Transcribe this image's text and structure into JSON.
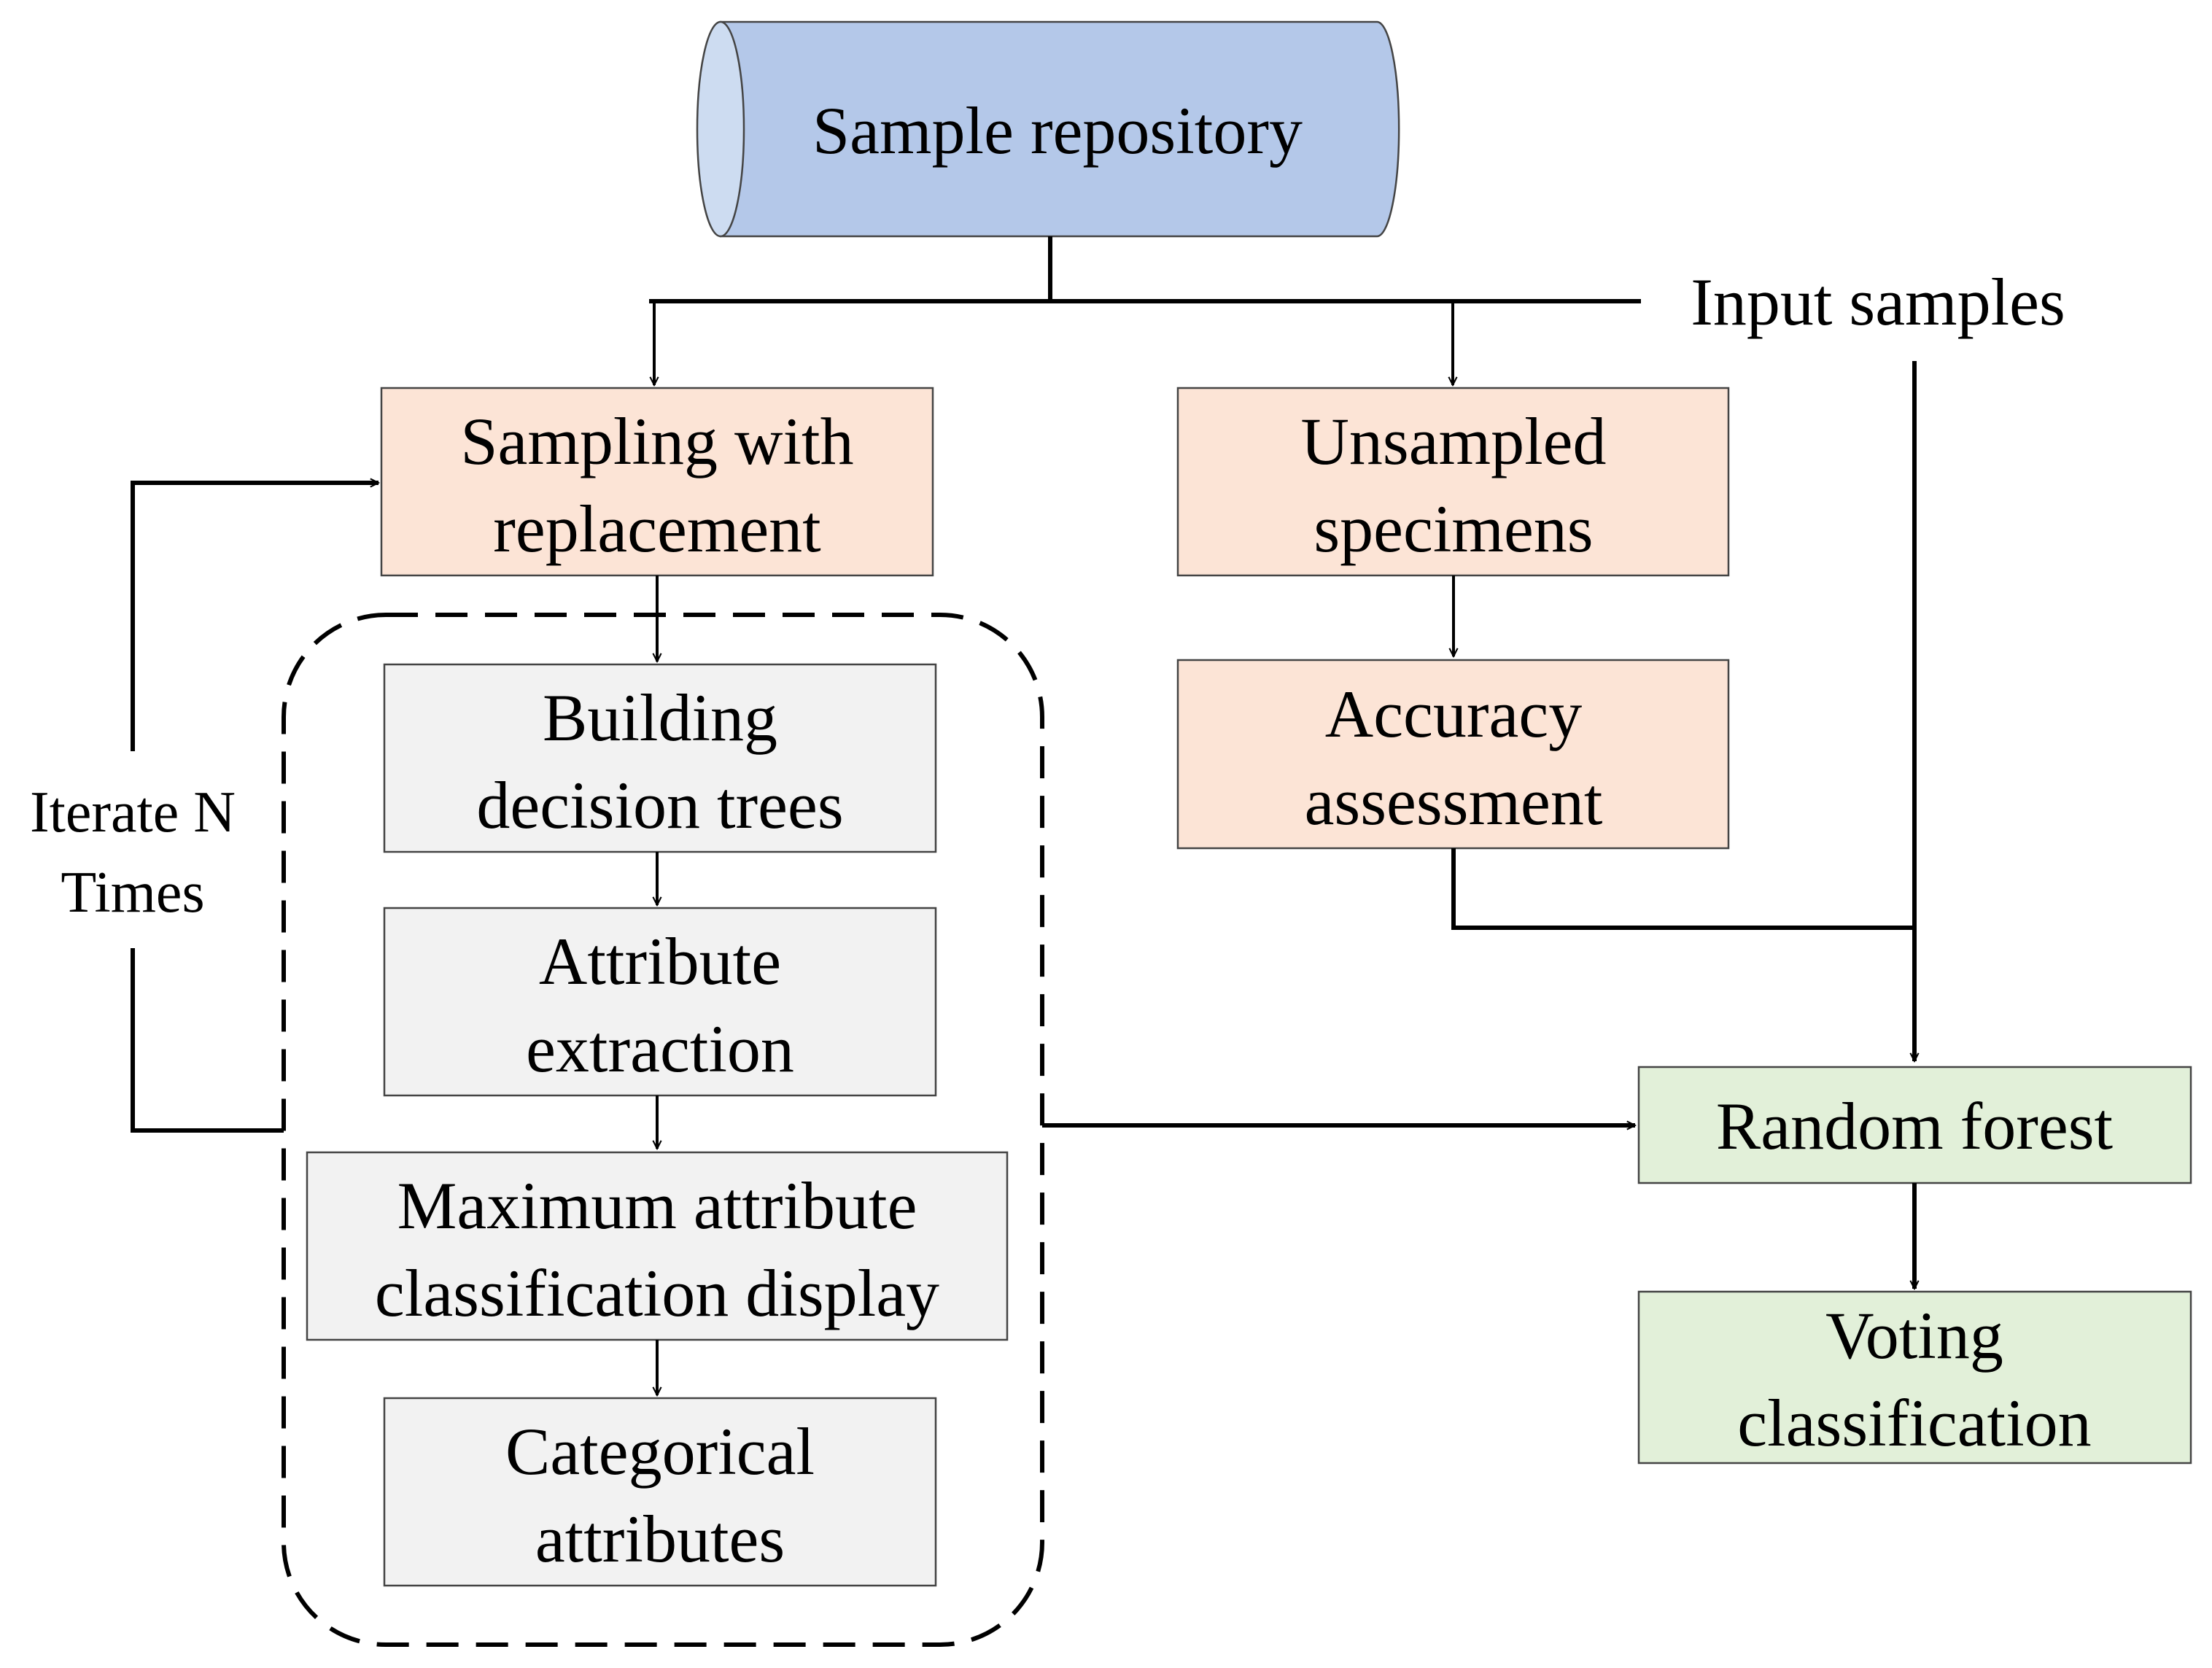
{
  "diagram": {
    "colors": {
      "repository_fill": "#b4c8e9",
      "repository_cap": "#cddcf1",
      "sampling_fill": "#fce4d6",
      "process_fill": "#f2f2f2",
      "result_fill": "#e2f0d9",
      "line": "#000000"
    },
    "repository": {
      "label": "Sample repository"
    },
    "input_samples": {
      "label": "Input samples"
    },
    "sampling": {
      "line1": "Sampling with",
      "line2": "replacement"
    },
    "unsampled": {
      "line1": "Unsampled",
      "line2": "specimens"
    },
    "accuracy": {
      "line1": "Accuracy",
      "line2": "assessment"
    },
    "building": {
      "line1": "Building",
      "line2": "decision trees"
    },
    "attribute": {
      "line1": "Attribute",
      "line2": "extraction"
    },
    "maximum": {
      "line1": "Maximum attribute",
      "line2": "classification display"
    },
    "categorical": {
      "line1": "Categorical",
      "line2": "attributes"
    },
    "iterate": {
      "line1": "Iterate N",
      "line2": "Times"
    },
    "random_forest": {
      "label": "Random forest"
    },
    "voting": {
      "line1": "Voting",
      "line2": "classification"
    }
  }
}
